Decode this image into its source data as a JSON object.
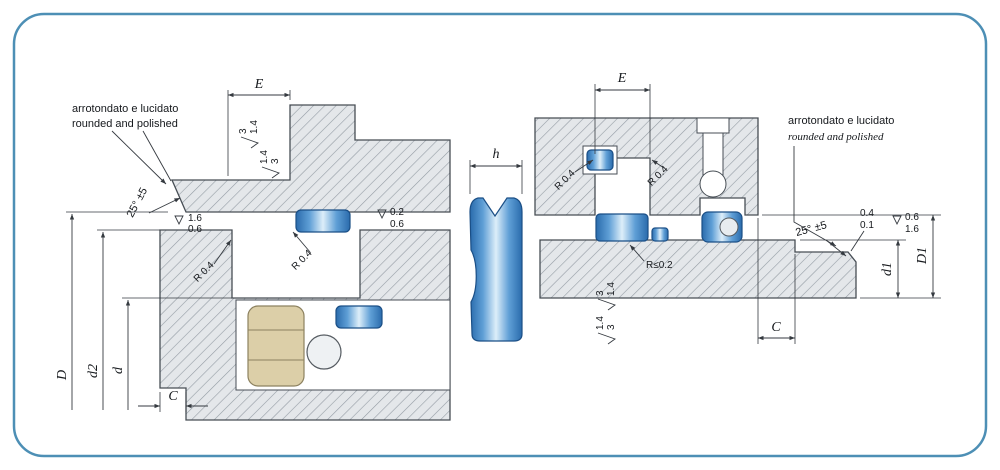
{
  "colors": {
    "frame_border": "#4d8fb5",
    "seal_dark": "#2a6bac",
    "seal_light": "#ddeef9",
    "hatch_fill": "#e4e7ea",
    "hatch_line": "#949ca4",
    "bearing_tan": "#dccfa8"
  },
  "left": {
    "note_it": "arrotondato e lucidato",
    "note_en": "rounded and polished",
    "e": "E",
    "angle": "25° ±5",
    "fm1_a": "3",
    "fm1_b": "1.4",
    "fm2_a": "1.4",
    "fm2_b": "3",
    "r_left_1": "1.6",
    "r_left_2": "0.6",
    "r_mid_1": "0.2",
    "r_mid_2": "0.6",
    "rad1": "R 0.4",
    "rad2": "R 0.4",
    "D": "D",
    "d2": "d2",
    "d": "d",
    "C": "C"
  },
  "mid": {
    "h": "h"
  },
  "right": {
    "e": "E",
    "rad1": "R 0.4",
    "rad2": "R 0.4",
    "note_it": "arrotondato e lucidato",
    "note_en": "rounded and polished",
    "angle": "25° ±5",
    "ch1": "0.4",
    "ch2": "0.1",
    "r1": "0.6",
    "r2": "1.6",
    "rsmall": "R≤0.2",
    "fm1_a": "3",
    "fm1_b": "1.4",
    "fm2_a": "1.4",
    "fm2_b": "3",
    "d1": "d1",
    "D1": "D1",
    "C": "C"
  }
}
